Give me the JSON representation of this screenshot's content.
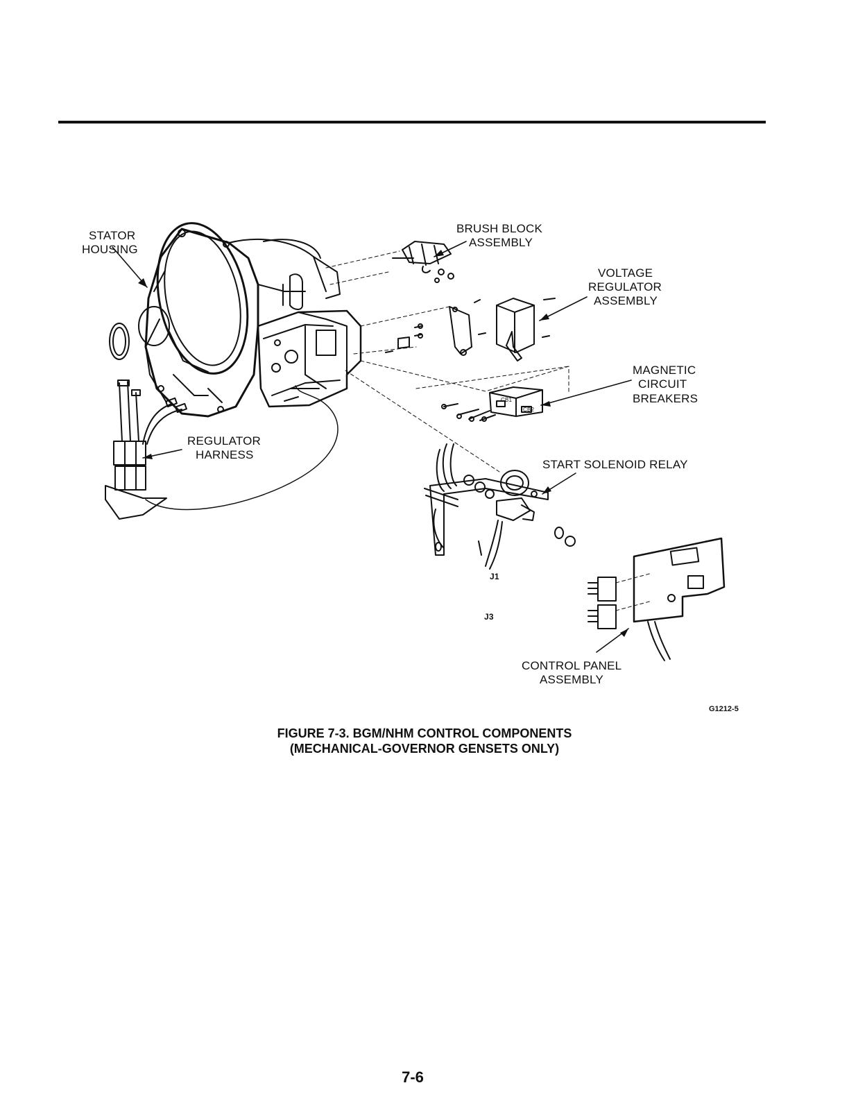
{
  "labels": {
    "stator_housing": [
      "STATOR",
      "HOUSING"
    ],
    "brush_block": [
      "BRUSH BLOCK",
      "ASSEMBLY"
    ],
    "voltage_regulator": [
      "VOLTAGE",
      "REGULATOR",
      "ASSEMBLY"
    ],
    "magnetic_breakers": [
      "MAGNETIC",
      "CIRCUIT",
      "BREAKERS"
    ],
    "regulator_harness": [
      "REGULATOR",
      "HARNESS"
    ],
    "start_solenoid": "START SOLENOID RELAY",
    "j1": "J1",
    "j3": "J3",
    "control_panel": [
      "CONTROL PANEL",
      "ASSEMBLY"
    ],
    "cb1": "CB1",
    "cb2": "CB2"
  },
  "figure_code": "G1212-5",
  "caption": [
    "FIGURE 7-3.  BGM/NHM CONTROL COMPONENTS",
    "(MECHANICAL-GOVERNOR GENSETS ONLY)"
  ],
  "page_number": "7-6"
}
